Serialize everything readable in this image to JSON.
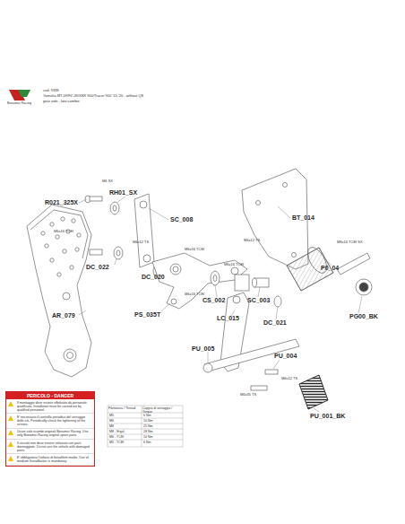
{
  "diagram": {
    "nodes": [
      {
        "text": [
          "PERICOLO - DANGER",
          "Il montaggio deve essere effettuato da personale qualificato. Installation must be carried out by qualified personnel.",
          "E' necessario il controllo periodico del serraggio delle viti. Periodically check the tightening of the screws.",
          "Usare solo ricambi originali Bonamici Racing. Use only Bonamici Racing original spare parts.",
          "Il veicolo non deve essere utilizzato con parti danneggiate. Do not use the vehicle with damaged parts.",
          "E' obbligatorio l'utilizzo di frenafiletti medio. Use of medium threadlocker is mandatory."
        ]
      }
    ],
    "labels": [
      "cod. 9338",
      "Yamaha MT-09/FZ-09/XSR 900/Tracer 900 '13-'20 - without QS",
      "gear side - lato cambio",
      "R021_325X",
      "M6 SX",
      "RH01_SX",
      "M6x16 TCEI",
      "SC_008",
      "BT_014",
      "M6x12 TS",
      "DC_022",
      "M6x12 TS",
      "DC_020",
      "M6x16 TCEI",
      "M8x16 TCEI SX",
      "P0_04",
      "AR_079",
      "PS_035T",
      "M6x16 TCEI",
      "CS_002",
      "SC_003",
      "M6x16 TCEI",
      "PG00_BK",
      "DC_021",
      "LC_015",
      "PU_005",
      "PU_004",
      "M6x35 TS",
      "M6x12 TS",
      "PU_001_BK",
      "Filettatura / Thread",
      "Coppia di serraggio / Torque",
      "M5",
      "6 Nm",
      "M6",
      "10 Nm",
      "M8",
      "25 Nm",
      "M8 - Ergal",
      "18 Nm",
      "M6 - TCEI",
      "10 Nm",
      "M5 - TCEI",
      "6 Nm",
      "Bonamici Racing"
    ]
  }
}
